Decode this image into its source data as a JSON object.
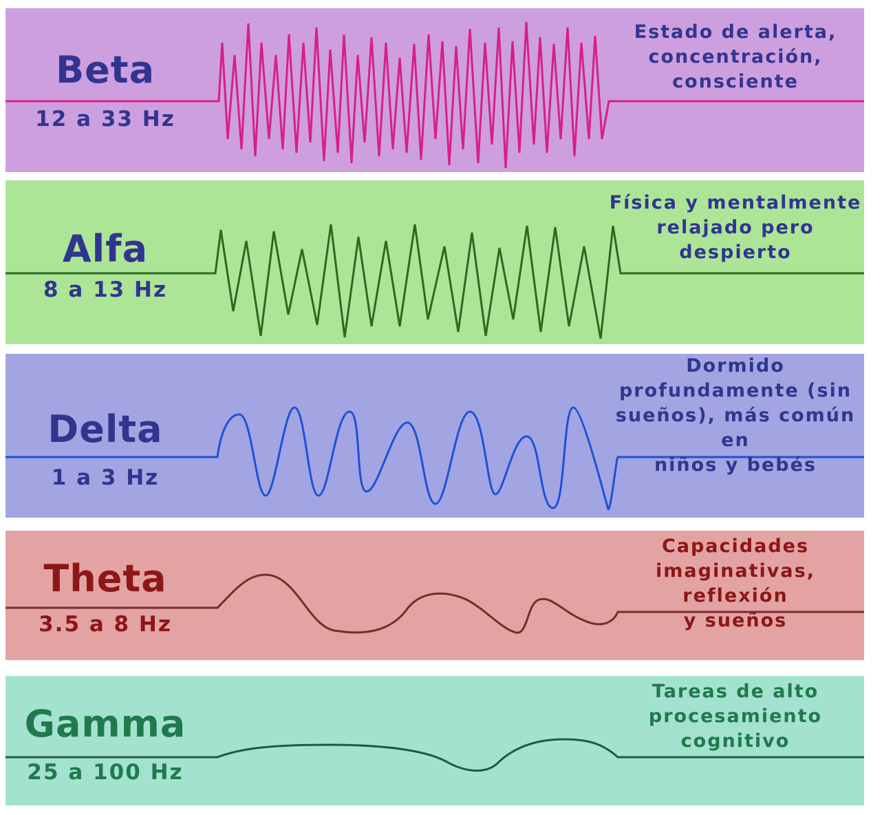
{
  "bands": [
    {
      "name": "Beta",
      "frequency": "12 a 33 Hz",
      "description": "Estado de alerta, concentración, consciente",
      "description_lines": [
        "Estado de alerta,",
        "concentración,",
        "consciente"
      ],
      "colors": {
        "background": "#cd9fdf",
        "text": "#32358f",
        "wave": "#d81f86"
      }
    },
    {
      "name": "Alfa",
      "frequency": "8 a 13 Hz",
      "description": "Física y mentalmente relajado pero despierto",
      "description_lines": [
        "Física y mentalmente",
        "relajado pero",
        "despierto"
      ],
      "colors": {
        "background": "#ade597",
        "text": "#32358f",
        "wave": "#2a6a22"
      }
    },
    {
      "name": "Delta",
      "frequency": "1 a 3 Hz",
      "description": "Dormido profundamente (sin sueños), más común en niños y bebés",
      "description_lines": [
        "Dormido",
        "profundamente (sin",
        "sueños), más común en",
        "niños y bebés"
      ],
      "colors": {
        "background": "#a2a5e2",
        "text": "#32358f",
        "wave": "#1e51d6"
      }
    },
    {
      "name": "Theta",
      "frequency": "3.5 a 8 Hz",
      "description": "Capacidades imaginativas, reflexión y sueños",
      "description_lines": [
        "Capacidades",
        "imaginativas, reflexión",
        "y sueños"
      ],
      "colors": {
        "background": "#e3a3a3",
        "text": "#8d1616",
        "wave": "#7a2a2a"
      }
    },
    {
      "name": "Gamma",
      "frequency": "25 a 100 Hz",
      "description": "Tareas de alto procesamiento cognitivo",
      "description_lines": [
        "Tareas de alto",
        "procesamiento",
        "cognitivo"
      ],
      "colors": {
        "background": "#a4e2d0",
        "text": "#1f7a4d",
        "wave": "#1c5a44"
      }
    }
  ]
}
